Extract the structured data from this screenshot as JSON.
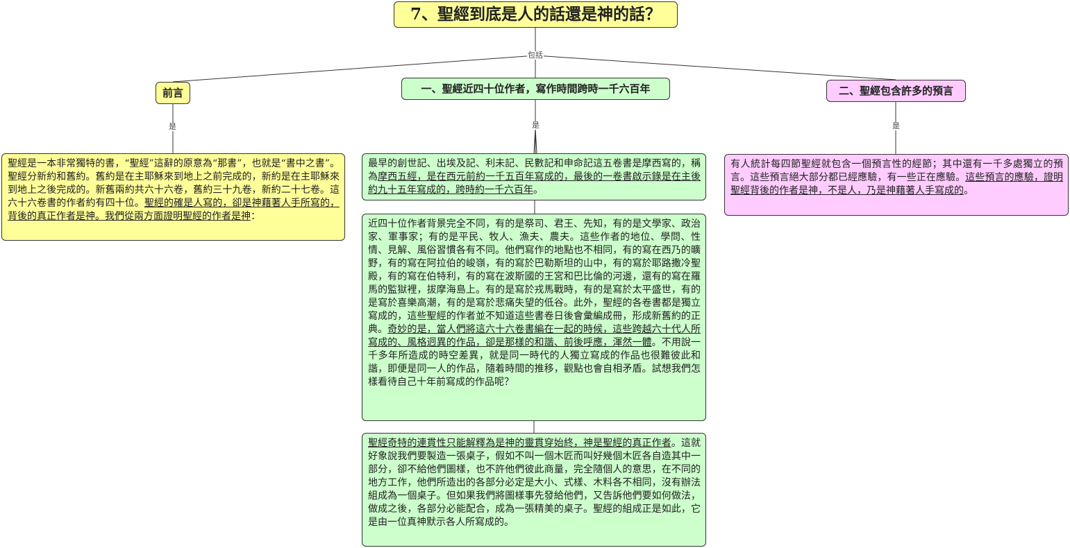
{
  "title": "7、聖經到底是人的話還是神的話？",
  "link_labels": {
    "includes": "包括",
    "is_a": "是",
    "is_b": "是",
    "is_c": "是"
  },
  "branches": {
    "preface": {
      "heading": "前言",
      "text_plain_1": "聖經是一本非常獨特的書，“聖經”這辭的原意為“那書”，也就是“書中之書”。聖經分新約和舊約。舊約是在主耶穌來到地上之前完成的，新約是在主耶穌來到地上之後完成的。新舊兩約共六十六卷，舊約三十九卷，新約二十七卷。這六十六卷書的作者約有四十位。",
      "text_underlined": "聖經的確是人寫的，卻是神藉著人手所寫的，背後的真正作者是神。我們從兩方面證明聖經的作者是神",
      "text_plain_2": "："
    },
    "authors": {
      "heading": "一、聖經近四十位作者，寫作時間跨時一千六百年",
      "card1_plain_1": "最早的創世記、出埃及記、利未記、民數記和申命記這五卷書是摩西寫的，稱為",
      "card1_underlined": "摩西五經，是在西元前約一千五百年寫成的，最後的一卷書啟示錄是在主後約九十五年寫成的，跨時約一千六百年",
      "card1_plain_2": "。",
      "card2_plain_1": "近四十位作者背景完全不同，有的是祭司、君王、先知，有的是文學家、政治家、軍事家；有的是平民、牧人、漁夫、農夫。這些作者的地位、學問、性情、見解、風俗習慣各有不同。他們寫作的地點也不相同，有的寫在西乃的曠野，有的寫在阿拉伯的峻嶺，有的寫於巴勒斯坦的山中，有的寫於耶路撒冷聖殿，有的寫在伯特利，有的寫在波斯國的王宮和巴比倫的河邊，還有的寫在羅馬的監獄裡，拔摩海島上。有的是寫於戎馬戰時，有的是寫於太平盛世，有的是寫於喜樂高潮，有的是寫於悲痛失望的低谷。此外，聖經的各卷書都是獨立寫成的，這些聖經的作者並不知道這些書卷日後會彙編成冊，形成新舊約的正典。",
      "card2_underlined": "奇妙的是，當人們將這六十六卷書編在一起的時候，這些跨越六十代人所寫成的、風格迥異的作品，卻是那樣的和諧、前後呼應，渾然一體",
      "card2_plain_2": "。不用說一千多年所造成的時空差異，就是同一時代的人獨立寫成的作品也很難彼此和諧，即便是同一人的作品，隨着時間的推移，觀點也會自相矛盾。試想我們怎樣看待自己十年前寫成的作品呢？",
      "card3_underlined": "聖經奇特的連貫性只能解釋為是神的靈貫穿始終，神是聖經的真正作者",
      "card3_plain": "。這就好象說我們要製造一張桌子，假如不叫一個木匠而叫好幾個木匠各自造其中一部分，卻不給他們圖樣，也不許他們彼此商量，完全隨個人的意思，在不同的地方工作，他們所造出的各部分必定是大小、式樣、木料各不相同，沒有辦法組成為一個桌子。但如果我們將圖樣事先發給他們，又告訴他們要如何做法，做成之後，各部分必能配合，成為一張精美的桌子。聖經的組成正是如此，它是由一位真神默示各人所寫成的。"
    },
    "prophecy": {
      "heading": "二、聖經包含許多的預言",
      "text_plain": "有人統計每四節聖經就包含一個預言性的經節；其中還有一千多處獨立的預言。這些預言絕大部分都已經應驗，有一些正在應驗。",
      "text_underlined": "這些預言的應驗，證明聖經背後的作者是神，不是人，乃是神藉著人手寫成的",
      "text_plain_2": "。"
    }
  },
  "colors": {
    "yellow": "#ffff99",
    "green": "#ccffcc",
    "pink": "#ffccff",
    "line": "#333333"
  }
}
